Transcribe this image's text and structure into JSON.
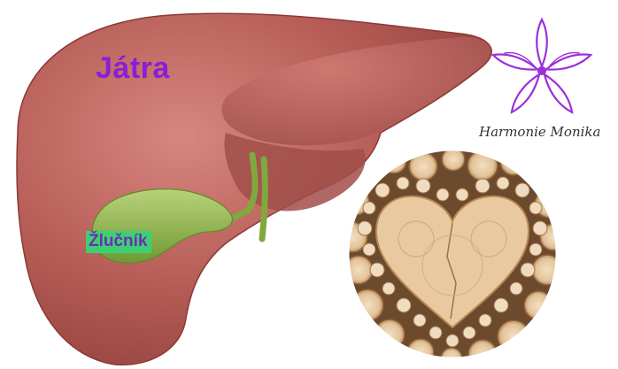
{
  "labels": {
    "liver": "Játra",
    "gallbladder": "Žlučník"
  },
  "brand": {
    "name": "Harmonie Monika",
    "icon": "flower-logo",
    "accent": "#9b30d9"
  },
  "colors": {
    "liver": "#b55b55",
    "gallbladder": "#8fb04a",
    "label_purple": "#8a1fd6",
    "label_bg": "#3fcf73"
  },
  "images": [
    "liver-illustration",
    "wood-heart-photo"
  ]
}
